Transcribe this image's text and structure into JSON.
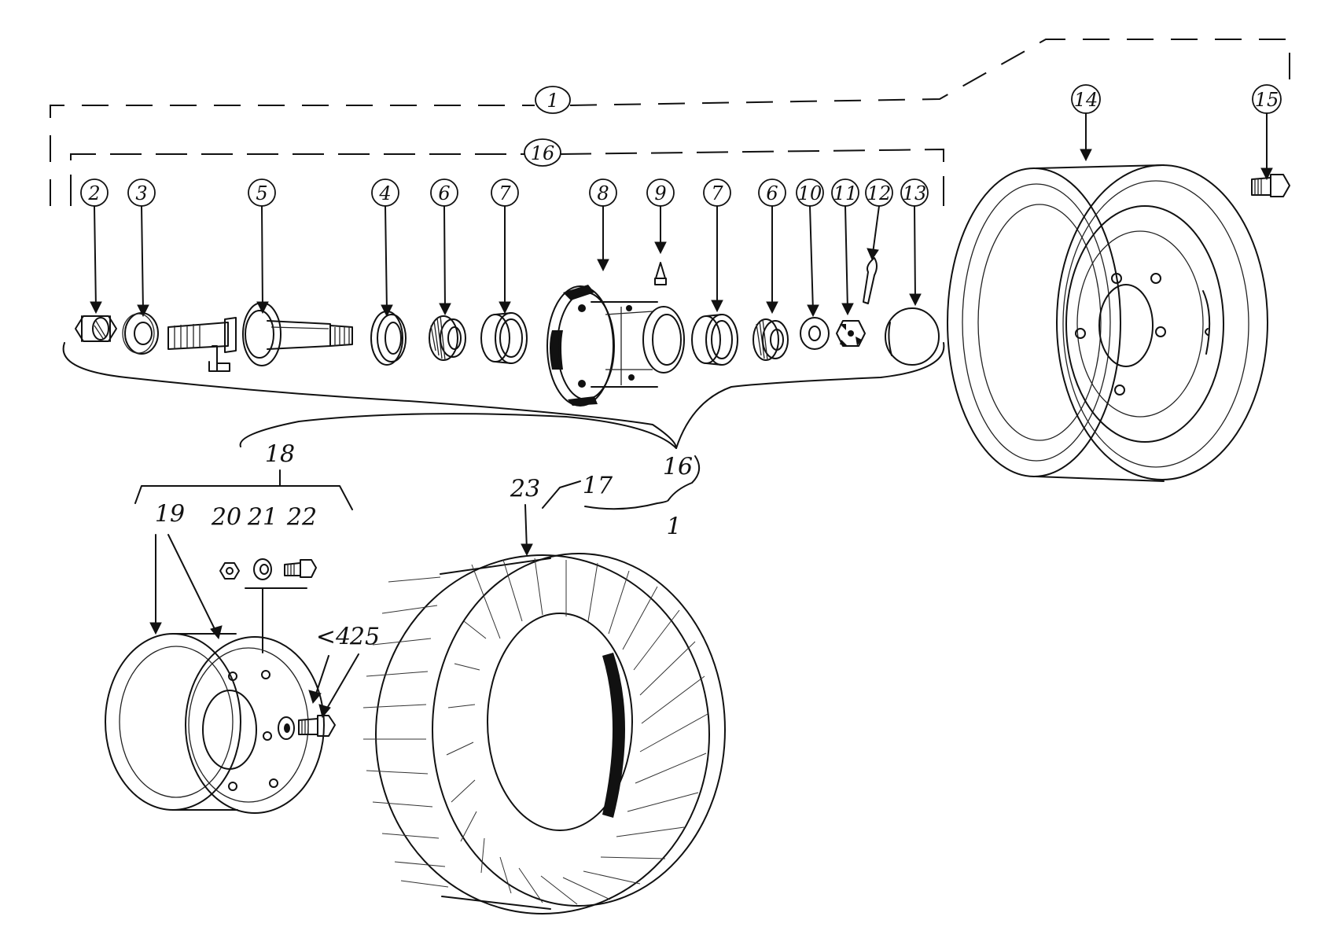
{
  "diagram": {
    "callouts": {
      "c1": "1",
      "c2": "2",
      "c3": "3",
      "c4": "4",
      "c5": "5",
      "c6a": "6",
      "c7a": "7",
      "c8": "8",
      "c9": "9",
      "c7b": "7",
      "c6b": "6",
      "c10": "10",
      "c11": "11",
      "c12": "12",
      "c13": "13",
      "c14": "14",
      "c15": "15",
      "c16a": "16"
    },
    "labels": {
      "l16b": "16",
      "l17": "17",
      "l1b": "1",
      "l18": "18",
      "l19": "19",
      "l20": "20",
      "l21": "21",
      "l22": "22",
      "l23": "23",
      "l24": "<4",
      "l25": "25"
    }
  }
}
